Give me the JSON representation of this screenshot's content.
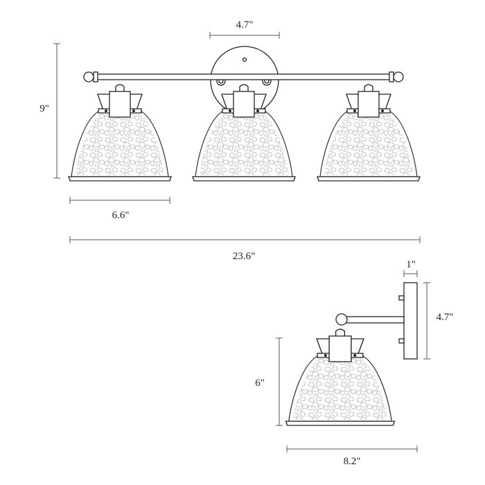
{
  "dimensions": {
    "backplate_width": "4.7\"",
    "overall_height": "9\"",
    "shade_width": "6.6\"",
    "overall_width": "23.6\"",
    "backplate_depth": "1\"",
    "backplate_height": "4.7\"",
    "shade_height": "6\"",
    "extension": "8.2\""
  }
}
